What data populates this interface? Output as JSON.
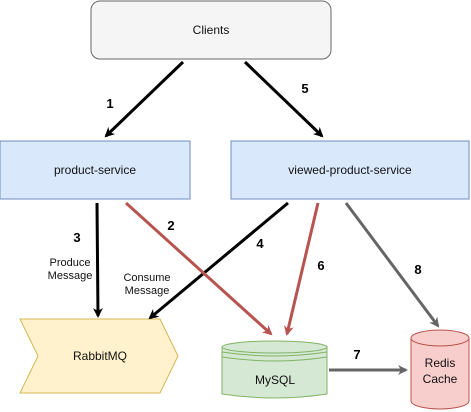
{
  "nodes": {
    "clients": {
      "label": "Clients"
    },
    "product_service": {
      "label": "product-service"
    },
    "viewed_product_service": {
      "label": "viewed-product-service"
    },
    "rabbitmq": {
      "label": "RabbitMQ"
    },
    "mysql": {
      "label": "MySQL"
    },
    "redis": {
      "line1": "Redis",
      "line2": "Cache"
    }
  },
  "edges": {
    "e1": {
      "number": "1"
    },
    "e2": {
      "number": "2"
    },
    "e3": {
      "number": "3",
      "text1": "Produce",
      "text2": "Message"
    },
    "e4": {
      "number": "4",
      "text1": "Consume",
      "text2": "Message"
    },
    "e5": {
      "number": "5"
    },
    "e6": {
      "number": "6"
    },
    "e7": {
      "number": "7"
    },
    "e8": {
      "number": "8"
    }
  },
  "colors": {
    "black_arrow": "#000000",
    "red_arrow": "#b85450",
    "gray_arrow": "#666666",
    "clients_fill": "#f5f5f5",
    "service_fill": "#dae8fc",
    "service_stroke": "#6c8ebf",
    "rabbitmq_fill": "#fff2cc",
    "rabbitmq_stroke": "#d6b656",
    "mysql_fill": "#d5e8d4",
    "mysql_stroke": "#82b366",
    "redis_fill": "#f8cecc",
    "redis_stroke": "#b85450"
  }
}
